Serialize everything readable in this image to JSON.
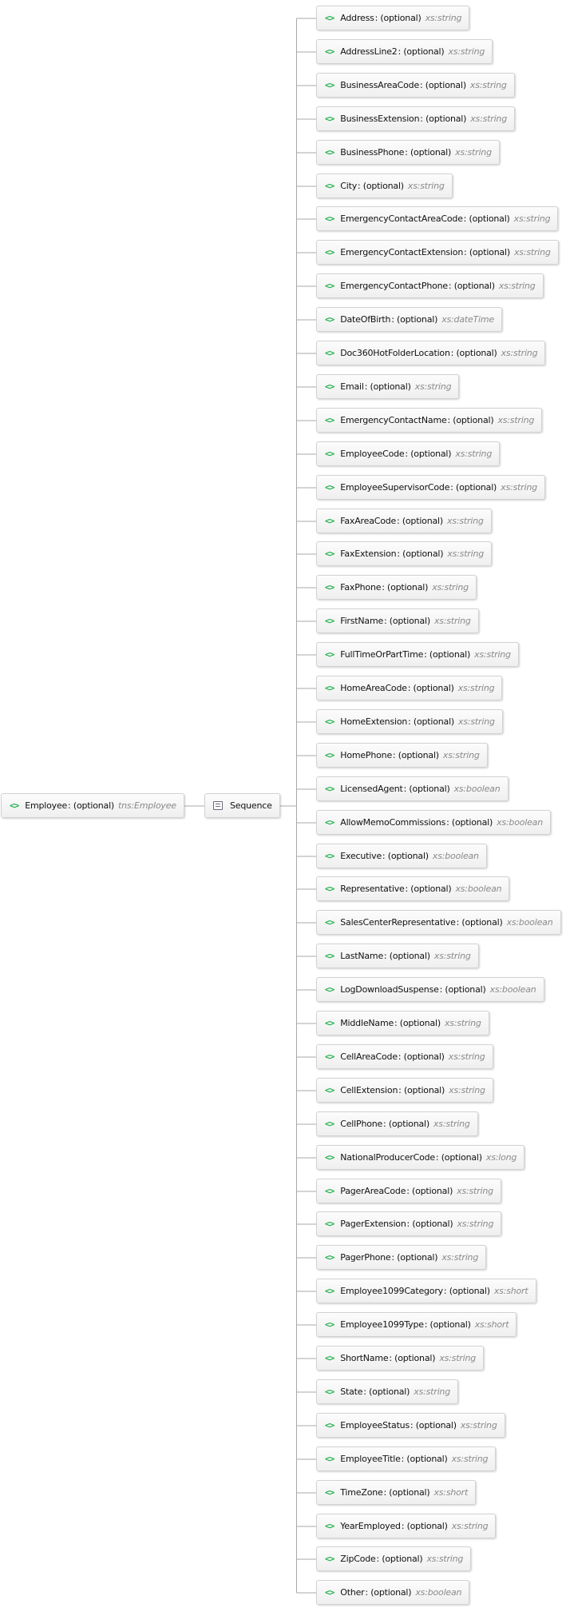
{
  "root": {
    "name": "Employee",
    "sep": ":",
    "optional": "(optional)",
    "type": "tns:Employee"
  },
  "sequence": {
    "label": "Sequence"
  },
  "colors": {
    "element_icon": "#22b14c",
    "type_text": "#8a8a8a",
    "connector": "#a8a8a8"
  },
  "children": [
    {
      "name": "Address",
      "sep": ":",
      "optional": "(optional)",
      "type": "xs:string"
    },
    {
      "name": "AddressLine2",
      "sep": ":",
      "optional": "(optional)",
      "type": "xs:string"
    },
    {
      "name": "BusinessAreaCode",
      "sep": ":",
      "optional": "(optional)",
      "type": "xs:string"
    },
    {
      "name": "BusinessExtension",
      "sep": ":",
      "optional": "(optional)",
      "type": "xs:string"
    },
    {
      "name": "BusinessPhone",
      "sep": ":",
      "optional": "(optional)",
      "type": "xs:string"
    },
    {
      "name": "City",
      "sep": ":",
      "optional": "(optional)",
      "type": "xs:string"
    },
    {
      "name": "EmergencyContactAreaCode",
      "sep": ":",
      "optional": "(optional)",
      "type": "xs:string"
    },
    {
      "name": "EmergencyContactExtension",
      "sep": ":",
      "optional": "(optional)",
      "type": "xs:string"
    },
    {
      "name": "EmergencyContactPhone",
      "sep": ":",
      "optional": "(optional)",
      "type": "xs:string"
    },
    {
      "name": "DateOfBirth",
      "sep": ":",
      "optional": "(optional)",
      "type": "xs:dateTime"
    },
    {
      "name": "Doc360HotFolderLocation",
      "sep": ":",
      "optional": "(optional)",
      "type": "xs:string"
    },
    {
      "name": "Email",
      "sep": ":",
      "optional": "(optional)",
      "type": "xs:string"
    },
    {
      "name": "EmergencyContactName",
      "sep": ":",
      "optional": "(optional)",
      "type": "xs:string"
    },
    {
      "name": "EmployeeCode",
      "sep": ":",
      "optional": "(optional)",
      "type": "xs:string"
    },
    {
      "name": "EmployeeSupervisorCode",
      "sep": ":",
      "optional": "(optional)",
      "type": "xs:string"
    },
    {
      "name": "FaxAreaCode",
      "sep": ":",
      "optional": "(optional)",
      "type": "xs:string"
    },
    {
      "name": "FaxExtension",
      "sep": ":",
      "optional": "(optional)",
      "type": "xs:string"
    },
    {
      "name": "FaxPhone",
      "sep": ":",
      "optional": "(optional)",
      "type": "xs:string"
    },
    {
      "name": "FirstName",
      "sep": ":",
      "optional": "(optional)",
      "type": "xs:string"
    },
    {
      "name": "FullTimeOrPartTime",
      "sep": ":",
      "optional": "(optional)",
      "type": "xs:string"
    },
    {
      "name": "HomeAreaCode",
      "sep": ":",
      "optional": "(optional)",
      "type": "xs:string"
    },
    {
      "name": "HomeExtension",
      "sep": ":",
      "optional": "(optional)",
      "type": "xs:string"
    },
    {
      "name": "HomePhone",
      "sep": ":",
      "optional": "(optional)",
      "type": "xs:string"
    },
    {
      "name": "LicensedAgent",
      "sep": ":",
      "optional": "(optional)",
      "type": "xs:boolean"
    },
    {
      "name": "AllowMemoCommissions",
      "sep": ":",
      "optional": "(optional)",
      "type": "xs:boolean"
    },
    {
      "name": "Executive",
      "sep": ":",
      "optional": "(optional)",
      "type": "xs:boolean"
    },
    {
      "name": "Representative",
      "sep": ":",
      "optional": "(optional)",
      "type": "xs:boolean"
    },
    {
      "name": "SalesCenterRepresentative",
      "sep": ":",
      "optional": "(optional)",
      "type": "xs:boolean"
    },
    {
      "name": "LastName",
      "sep": ":",
      "optional": "(optional)",
      "type": "xs:string"
    },
    {
      "name": "LogDownloadSuspense",
      "sep": ":",
      "optional": "(optional)",
      "type": "xs:boolean"
    },
    {
      "name": "MiddleName",
      "sep": ":",
      "optional": "(optional)",
      "type": "xs:string"
    },
    {
      "name": "CellAreaCode",
      "sep": ":",
      "optional": "(optional)",
      "type": "xs:string"
    },
    {
      "name": "CellExtension",
      "sep": ":",
      "optional": "(optional)",
      "type": "xs:string"
    },
    {
      "name": "CellPhone",
      "sep": ":",
      "optional": "(optional)",
      "type": "xs:string"
    },
    {
      "name": "NationalProducerCode",
      "sep": ":",
      "optional": "(optional)",
      "type": "xs:long"
    },
    {
      "name": "PagerAreaCode",
      "sep": ":",
      "optional": "(optional)",
      "type": "xs:string"
    },
    {
      "name": "PagerExtension",
      "sep": ":",
      "optional": "(optional)",
      "type": "xs:string"
    },
    {
      "name": "PagerPhone",
      "sep": ":",
      "optional": "(optional)",
      "type": "xs:string"
    },
    {
      "name": "Employee1099Category",
      "sep": ":",
      "optional": "(optional)",
      "type": "xs:short"
    },
    {
      "name": "Employee1099Type",
      "sep": ":",
      "optional": "(optional)",
      "type": "xs:short"
    },
    {
      "name": "ShortName",
      "sep": ":",
      "optional": "(optional)",
      "type": "xs:string"
    },
    {
      "name": "State",
      "sep": ":",
      "optional": "(optional)",
      "type": "xs:string"
    },
    {
      "name": "EmployeeStatus",
      "sep": ":",
      "optional": "(optional)",
      "type": "xs:string"
    },
    {
      "name": "EmployeeTitle",
      "sep": ":",
      "optional": "(optional)",
      "type": "xs:string"
    },
    {
      "name": "TimeZone",
      "sep": ":",
      "optional": "(optional)",
      "type": "xs:short"
    },
    {
      "name": "YearEmployed",
      "sep": ":",
      "optional": "(optional)",
      "type": "xs:string"
    },
    {
      "name": "ZipCode",
      "sep": ":",
      "optional": "(optional)",
      "type": "xs:string"
    },
    {
      "name": "Other",
      "sep": ":",
      "optional": "(optional)",
      "type": "xs:boolean"
    }
  ]
}
